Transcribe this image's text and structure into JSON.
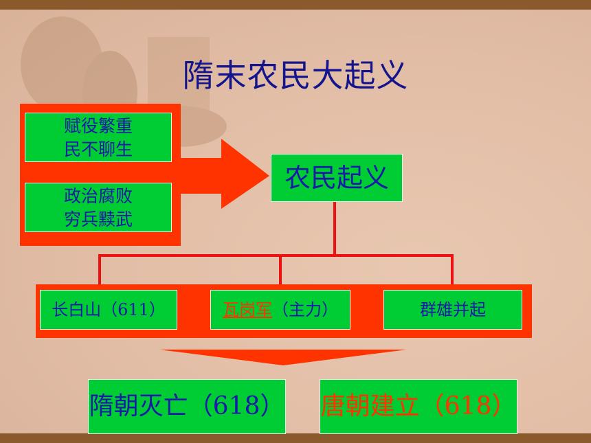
{
  "title": "隋末农民大起义",
  "causes": [
    {
      "line1": "赋役繁重",
      "line2": "民不聊生"
    },
    {
      "line1": "政治腐败",
      "line2": "穷兵黩武"
    }
  ],
  "center": "农民起义",
  "groups": [
    {
      "name": "长白山",
      "detail": "（611）"
    },
    {
      "name": "瓦岗军",
      "detail": "（主力）"
    },
    {
      "name": "群雄并起",
      "detail": ""
    }
  ],
  "results": [
    {
      "name": "隋朝灭亡",
      "detail": "（618）"
    },
    {
      "name": "唐朝建立",
      "detail": "（618）"
    }
  ],
  "colors": {
    "arrow": "#ff3300",
    "box": "#00cc33",
    "text": "#1a1aa8",
    "accent": "#ff3300",
    "frame": "#8a5a2c"
  }
}
